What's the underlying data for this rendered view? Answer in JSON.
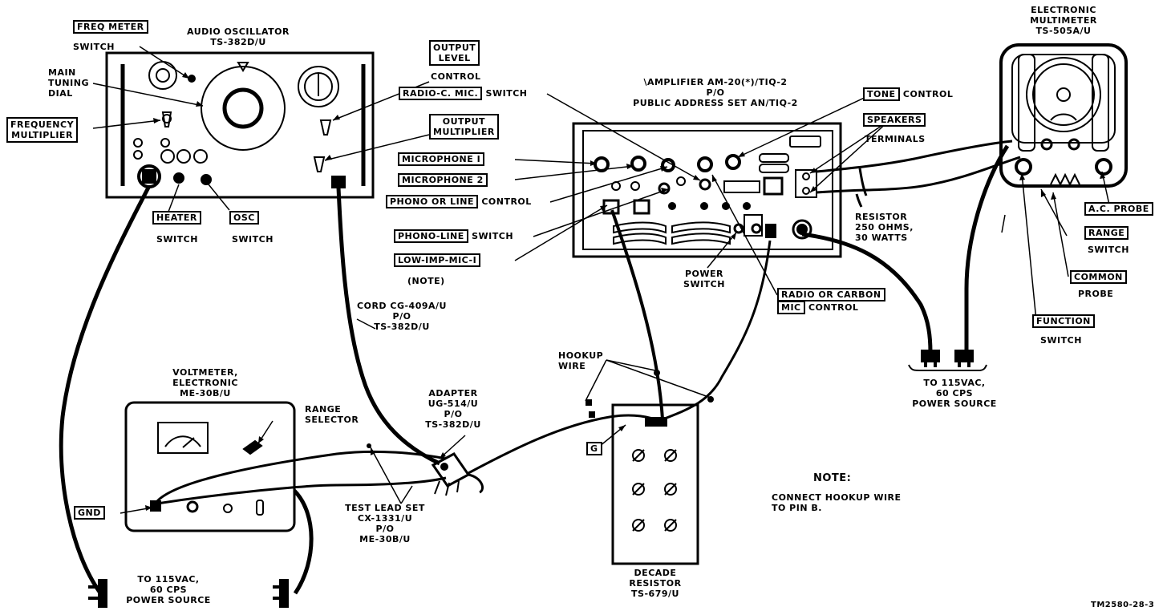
{
  "equipment": {
    "audio_oscillator": [
      "AUDIO OSCILLATOR",
      "TS-382D/U"
    ],
    "amplifier": [
      "\\AMPLIFIER AM-20(*)/TIQ-2",
      "P/O",
      "PUBLIC ADDRESS SET AN/TIQ-2"
    ],
    "multimeter": [
      "ELECTRONIC",
      "MULTIMETER",
      "TS-505A/U"
    ],
    "voltmeter": [
      "VOLTMETER,",
      "ELECTRONIC",
      "ME-30B/U"
    ],
    "decade_resistor": [
      "DECADE",
      "RESISTOR",
      "TS-679/U"
    ],
    "adapter": [
      "ADAPTER",
      "UG-514/U",
      "P/O",
      "TS-382D/U"
    ],
    "cord": [
      "CORD CG-409A/U",
      "P/O",
      "TS-382D/U"
    ],
    "test_lead": [
      "TEST LEAD SET",
      "CX-1331/U",
      "P/O",
      "ME-30B/U"
    ],
    "resistor": [
      "RESISTOR",
      "250 OHMS,",
      "30 WATTS"
    ],
    "hookup_wire": [
      "HOOKUP",
      "WIRE"
    ],
    "power_right": [
      "TO 115VAC,",
      "60 CPS",
      "POWER SOURCE"
    ],
    "power_left": [
      "TO 115VAC,",
      "60 CPS",
      "POWER SOURCE"
    ]
  },
  "callouts": {
    "freq_meter": "FREQ METER",
    "switch_word": "SWITCH",
    "main_tuning": [
      "MAIN",
      "TUNING",
      "DIAL"
    ],
    "frequency_multiplier": [
      "FREQUENCY",
      "MULTIPLIER"
    ],
    "heater": "HEATER",
    "osc": "OSC",
    "output_level": [
      "OUTPUT",
      "LEVEL"
    ],
    "control_word": "CONTROL",
    "output_multiplier": [
      "OUTPUT",
      "MULTIPLIER"
    ],
    "radio_c_mic": "RADIO-C. MIC.",
    "microphone_1": "MICROPHONE I",
    "microphone_2": "MICROPHONE 2",
    "phono_or_line": "PHONO OR LINE",
    "phono_line": "PHONO-LINE",
    "low_imp_mic": "LOW-IMP-MIC-I",
    "note_paren": "(NOTE)",
    "tone": "TONE",
    "speakers": "SPEAKERS",
    "terminals": "TERMINALS",
    "power_switch": [
      "POWER",
      "SWITCH"
    ],
    "radio_or_carbon": "RADIO OR CARBON",
    "mic": "MIC",
    "ac_probe": "A.C. PROBE",
    "range": "RANGE",
    "common": "COMMON",
    "probe": "PROBE",
    "function": "FUNCTION",
    "range_selector": [
      "RANGE",
      "SELECTOR"
    ],
    "gnd": "GND",
    "g": "G"
  },
  "note": {
    "title": "NOTE:",
    "text": [
      "CONNECT HOOKUP WIRE",
      "TO PIN B."
    ]
  },
  "figure_id": "TM2580-28-3"
}
